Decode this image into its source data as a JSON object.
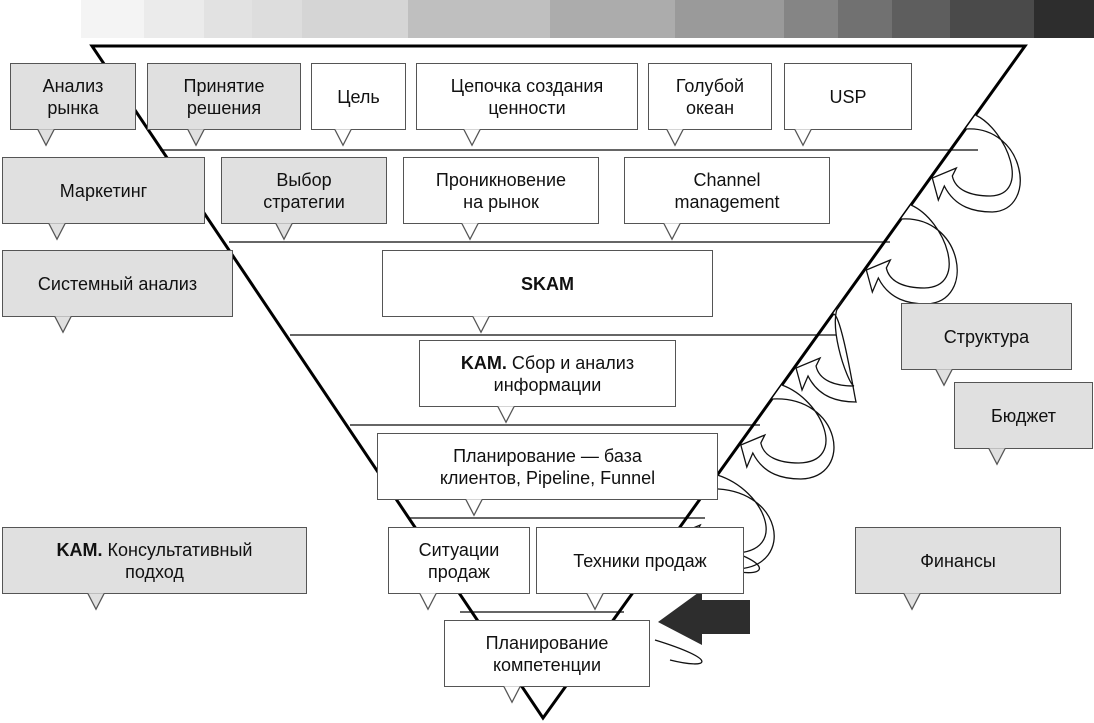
{
  "gradient_bar": {
    "swatches": [
      "#ffffff",
      "#f4f4f4",
      "#ebebeb",
      "#e2e2e2",
      "#dddddd",
      "#d5d5d5",
      "#bfbfbf",
      "#acacac",
      "#9a9a9a",
      "#858585",
      "#717171",
      "#5e5e5e",
      "#4a4a4a",
      "#2d2d2d"
    ]
  },
  "funnel": {
    "title": "Funnel of sales competence planning",
    "levels": [
      {
        "level": 1,
        "items": [
          "Цель",
          "Цепочка создания\nценности",
          "Голубой\nокеан",
          "USP"
        ]
      },
      {
        "level": 2,
        "items": [
          "Проникновение\nна рынок",
          "Channel\nmanagement"
        ]
      },
      {
        "level": 3,
        "items": [
          "SKAM"
        ]
      },
      {
        "level": 4,
        "items": [
          "KAM. Сбор и анализ информации"
        ]
      },
      {
        "level": 5,
        "items": [
          "Планирование — база\nклиентов, Pipeline, Funnel"
        ]
      },
      {
        "level": 6,
        "items": [
          "Ситуации\nпродаж",
          "Техники продаж"
        ]
      },
      {
        "level": 7,
        "items": [
          "Планирование\nкомпетенции"
        ]
      }
    ]
  },
  "callouts": {
    "analiz_rynka": "Анализ\nрынка",
    "prinyatie_resheniya": "Принятие\nрешения",
    "cel": "Цель",
    "cepochka": "Цепочка создания\nценности",
    "goluboy_okean": "Голубой\nокеан",
    "usp": "USP",
    "marketing": "Маркетинг",
    "vybor_strategii": "Выбор\nстратегии",
    "proniknovenie": "Проникновение\nна рынок",
    "channel_management": "Channel\nmanagement",
    "sistemny_analiz": "Системный анализ",
    "skam": "SKAM",
    "kam_sbor_bold": "KAM.",
    "kam_sbor_rest": " Сбор и анализ\nинформации",
    "struktura": "Структура",
    "byudzhet": "Бюджет",
    "planirovanie_baza": "Планирование — база\nклиентов, Pipeline, Funnel",
    "kam_konsult_bold": "KAM.",
    "kam_konsult_rest": " Консультативный\nподход",
    "situacii_prodazh": "Ситуации\nпродаж",
    "tekhniki_prodazh": "Техники продаж",
    "finansy": "Финансы",
    "planirovanie_kompetencii": "Планирование\nкомпетенции"
  },
  "colors": {
    "gray_box": "#e0e0e0",
    "white_box": "#ffffff",
    "line": "#000000",
    "big_arrow": "#2d2d2d"
  }
}
